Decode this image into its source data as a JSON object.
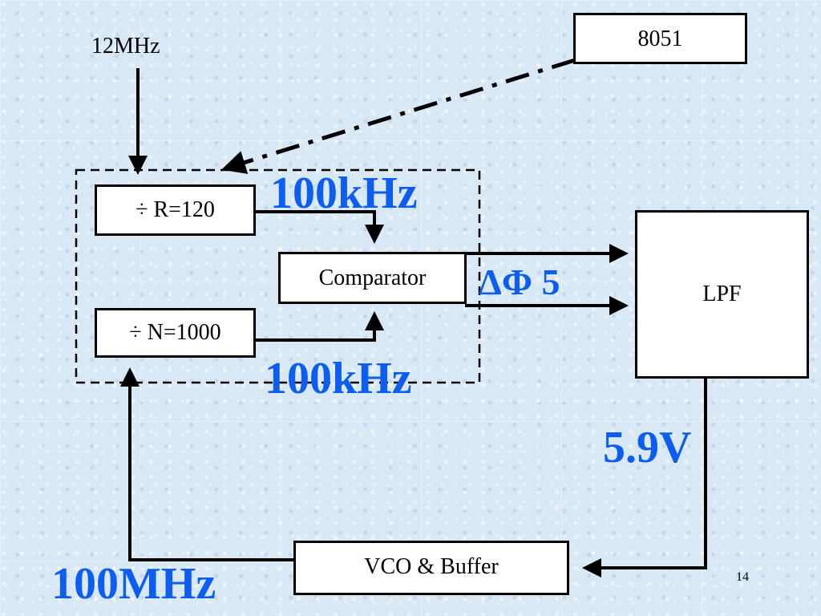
{
  "diagram": {
    "clock_label": "12MHz",
    "mcu_label": "8051",
    "divider_r_label": "÷ R=120",
    "divider_n_label": "÷ N=1000",
    "comparator_label": "Comparator",
    "lpf_label": "LPF",
    "vco_label": "VCO & Buffer",
    "ref_freq_label": "100kHz",
    "fb_freq_label": "100kHz",
    "phase_label": "ΔΦ 5",
    "voltage_label": "5.9V",
    "output_freq_label": "100MHz",
    "page_number": "14"
  },
  "colors": {
    "annotation": "#0d5ef0",
    "line": "#000000",
    "background": "#d9e8f5"
  }
}
